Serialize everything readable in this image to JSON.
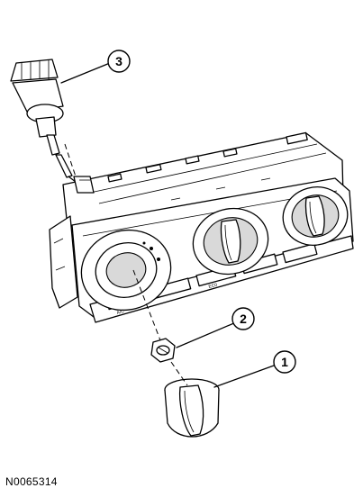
{
  "figure": {
    "id": "N0065314"
  },
  "callouts": [
    {
      "number": "1"
    },
    {
      "number": "2"
    },
    {
      "number": "3"
    }
  ],
  "panel": {
    "button_labels": [
      "A/C",
      "EC0"
    ]
  }
}
